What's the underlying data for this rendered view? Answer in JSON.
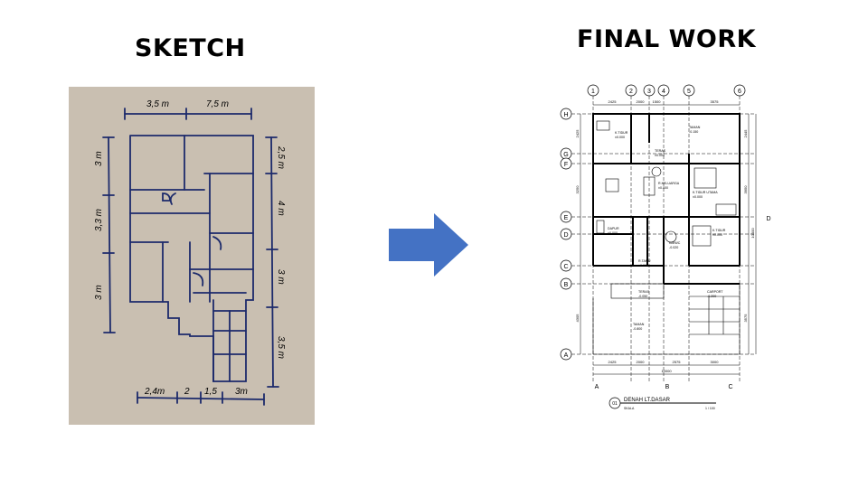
{
  "headings": {
    "sketch": "SKETCH",
    "final": "FINAL WORK"
  },
  "colors": {
    "paper": "#c9bfb1",
    "ink": "#1c2a6b",
    "arrow": "#4472c4",
    "plan_line": "#000000"
  },
  "sketch": {
    "dim_top_left": "3,5 m",
    "dim_top_right": "7,5 m",
    "dim_left_1": "3 m",
    "dim_left_2": "3,3 m",
    "dim_left_3": "3 m",
    "dim_right_1": "2,5 m",
    "dim_right_2": "4 m",
    "dim_right_3": "3 m",
    "dim_right_4": "3,5 m",
    "dim_bottom_1": "2,4m",
    "dim_bottom_2": "2",
    "dim_bottom_3": "1,5",
    "dim_bottom_4": "3m"
  },
  "plan": {
    "grid_cols": [
      "1",
      "2",
      "3",
      "4",
      "5",
      "6"
    ],
    "grid_rows": [
      "H",
      "G",
      "F",
      "E",
      "D",
      "C",
      "B",
      "A"
    ],
    "bottom_cols": [
      "A",
      "B",
      "C"
    ],
    "section_mark_right": "D",
    "dims_top": [
      "2425",
      "2000",
      "1500",
      "3575"
    ],
    "dims_bottom": [
      "2425",
      "2000",
      "2575",
      "3000"
    ],
    "dim_total": "10000",
    "dims_left": [
      "2425",
      "3250",
      "4305"
    ],
    "dims_right": [
      "2445",
      "3950",
      "3575",
      "10000"
    ],
    "rooms": {
      "k_tidur_1": "K.TIDUR",
      "k_tidur_1_lvl": "±0.000",
      "taman_top": "TAMAN",
      "taman_top_lvl": "-0.150",
      "teras_top": "TERAS",
      "teras_top_lvl": "±0.000",
      "r_keluarga": "R.KELUARGA",
      "r_keluarga_lvl": "±0.000",
      "k_tidur_utama": "K.TIDUR UTAMA",
      "k_tidur_utama_lvl": "±0.000",
      "dapur": "DAPUR",
      "dapur_lvl": "±0.000",
      "km_wc": "KM/WC",
      "km_wc_lvl": "-0.020",
      "k_tidur_3": "K.TIDUR",
      "k_tidur_3_lvl": "±0.000",
      "r_tamu": "R.TAMU",
      "r_tamu_lvl": "±0.000",
      "teras": "TERAS",
      "teras_lvl": "-0.050",
      "carport": "CARPORT",
      "carport_lvl": "-0.200",
      "taman": "TAMAN",
      "taman_lvl": "-0.800"
    },
    "title_number": "01",
    "title": "DENAH LT.DASAR",
    "scale_label": "SKALA",
    "scale_value": "1 / 100"
  }
}
